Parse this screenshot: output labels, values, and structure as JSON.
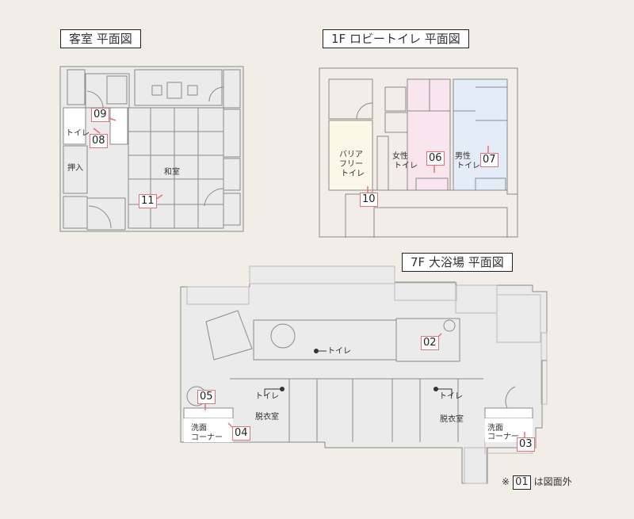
{
  "plans": {
    "guest_room": {
      "title": "客室 平面図",
      "rooms": {
        "toilet": "トイレ",
        "closet": "押入",
        "japanese_room": "和室"
      },
      "markers": [
        "09",
        "08",
        "11"
      ]
    },
    "lobby_toilet": {
      "title": "1F ロビートイレ 平面図",
      "rooms": {
        "barrier_free_1": "バリア",
        "barrier_free_2": "フリー",
        "barrier_free_3": "トイレ",
        "women_1": "女性",
        "women_2": "トイレ",
        "men_1": "男性",
        "men_2": "トイレ"
      },
      "markers": [
        "10",
        "06",
        "07"
      ]
    },
    "bath_7f": {
      "title": "7F 大浴場 平面図",
      "rooms": {
        "toilet": "トイレ",
        "toilet_left": "トイレ",
        "toilet_right": "トイレ",
        "dressing_left": "脱衣室",
        "dressing_right": "脱衣室",
        "wash_left_1": "洗面",
        "wash_left_2": "コーナー",
        "wash_right_1": "洗面",
        "wash_right_2": "コーナー"
      },
      "markers": [
        "05",
        "04",
        "02",
        "03"
      ]
    }
  },
  "note": {
    "prefix": "※",
    "marker": "01",
    "suffix": "は図面外"
  },
  "colors": {
    "background": "#f2ede7",
    "floor": "#ebebeb",
    "wall": "#8a8a8a",
    "marker": "#e0737a",
    "barrier_free": "#faf8e6",
    "women": "#f8e5ee",
    "men": "#e4edf7"
  }
}
